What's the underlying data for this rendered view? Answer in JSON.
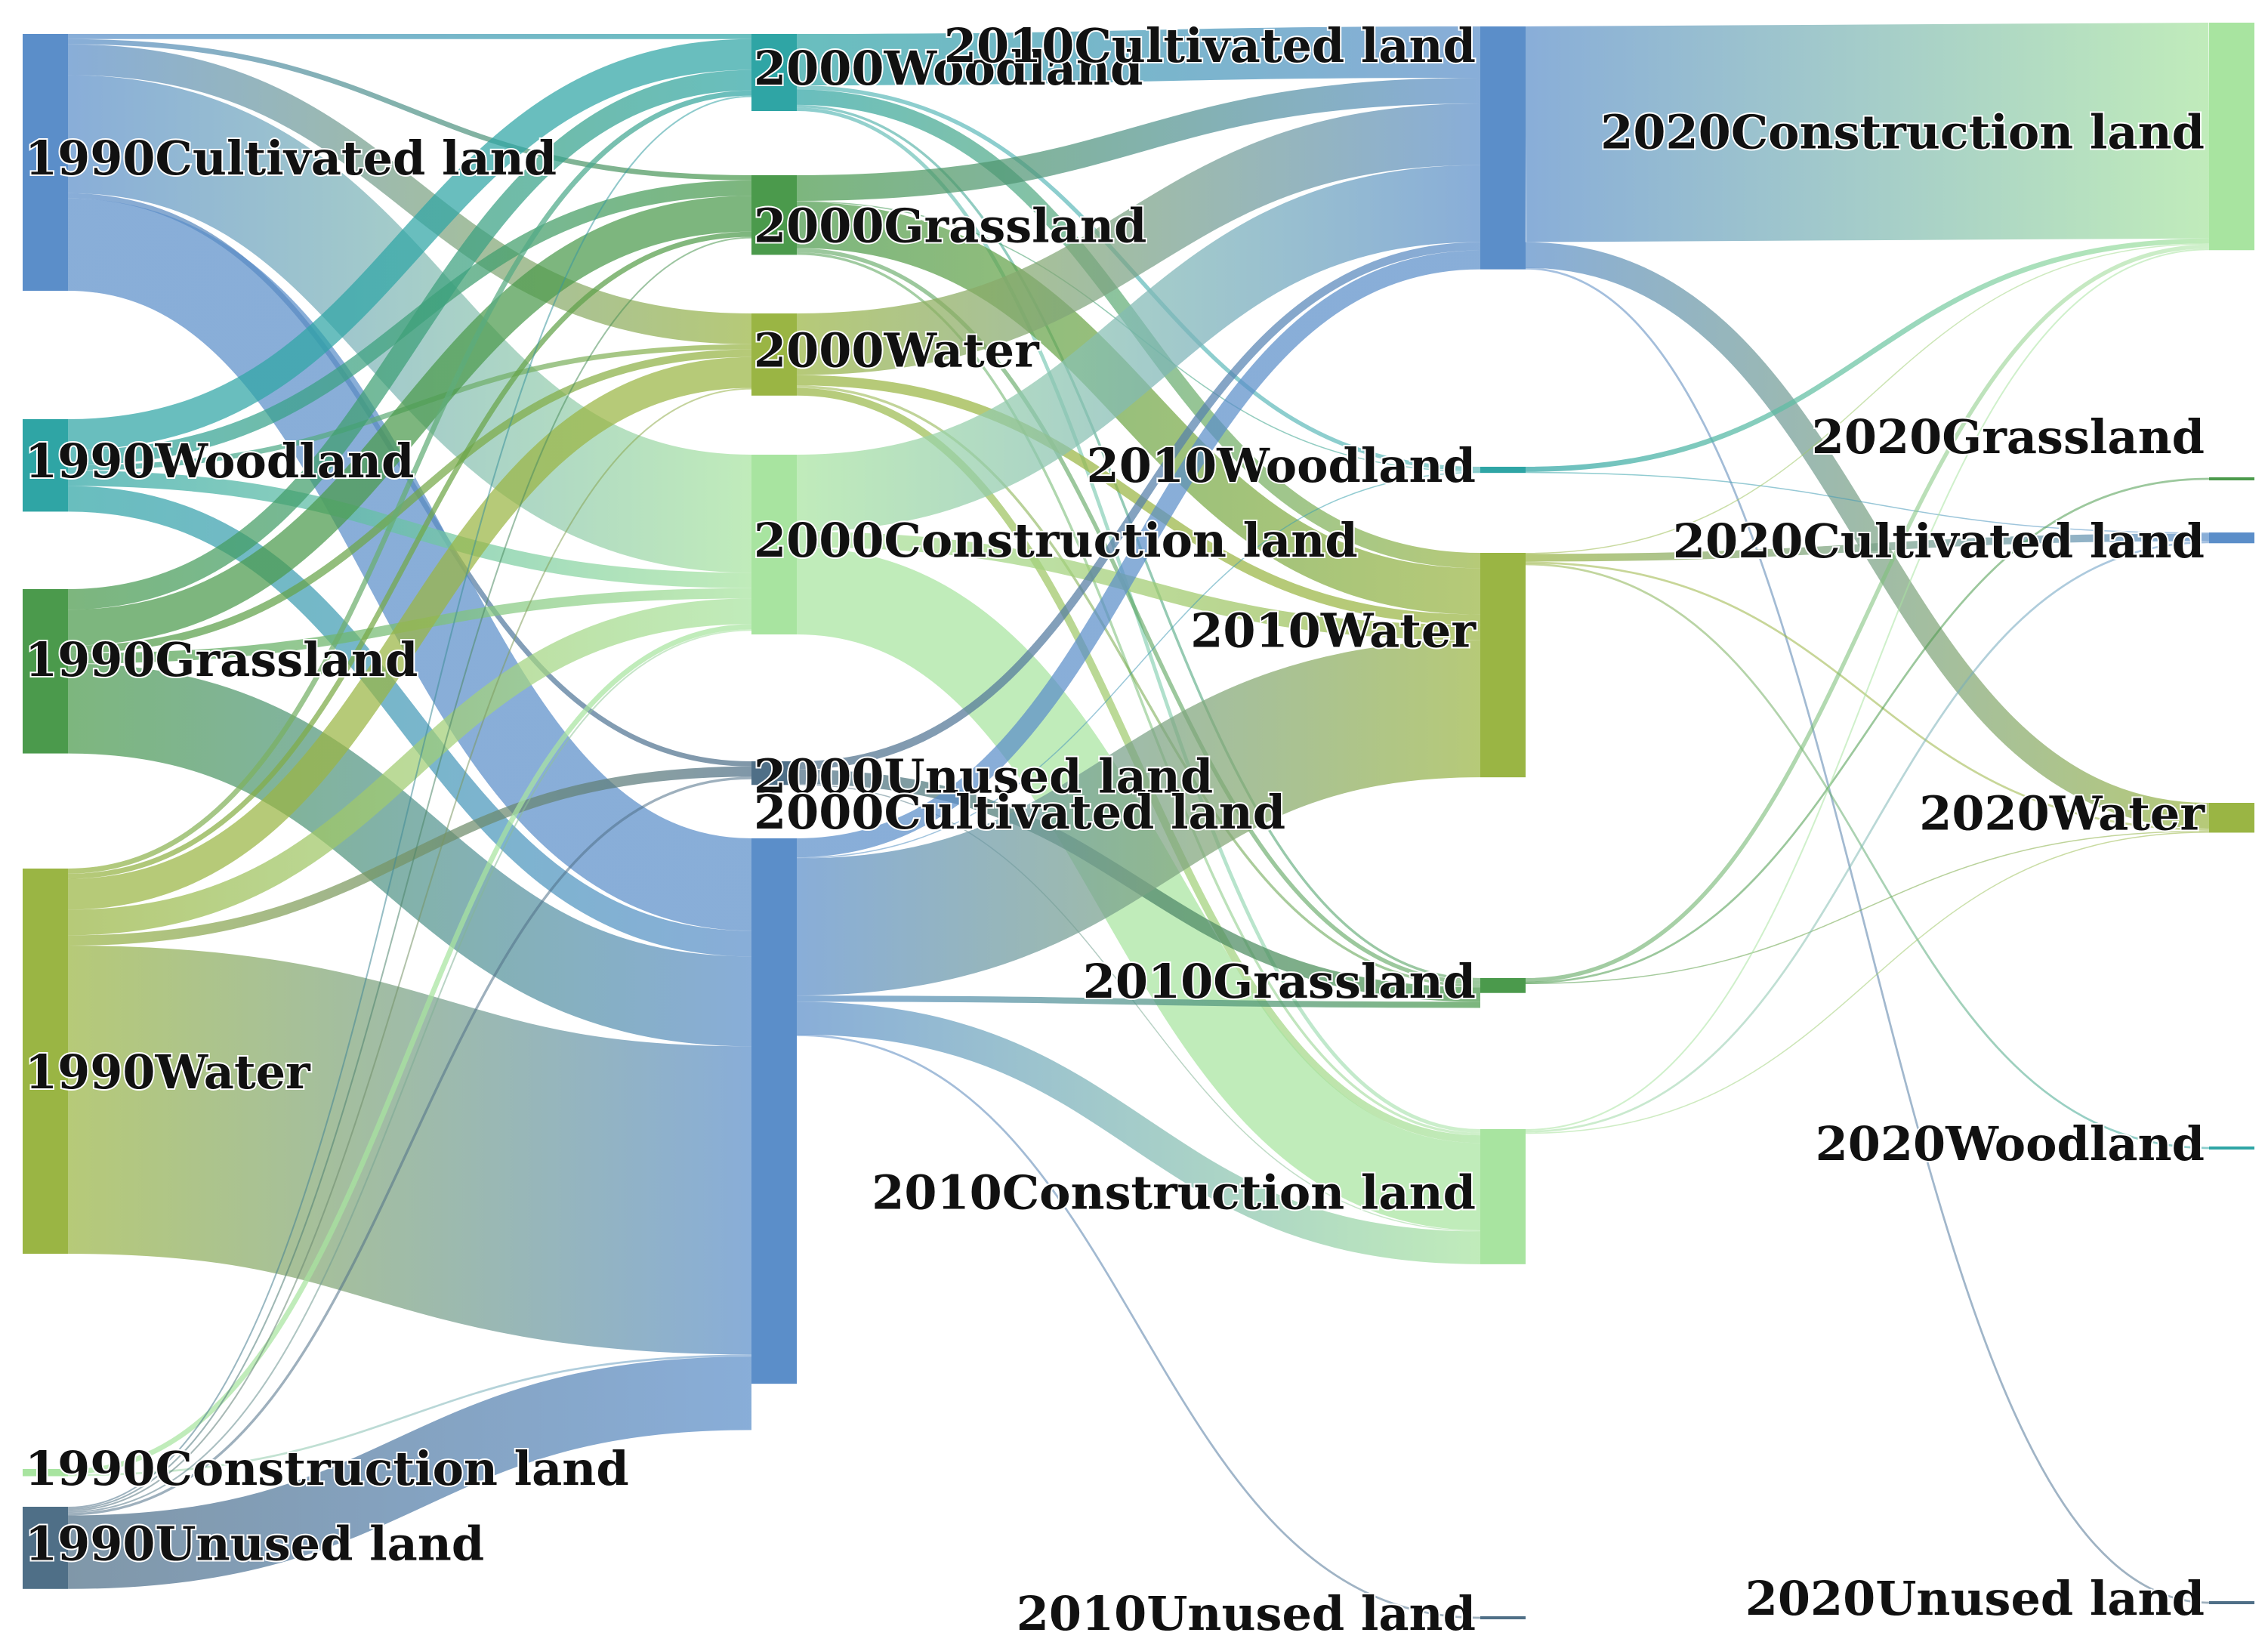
{
  "colors": {
    "cultivated": "#5b8ec9",
    "woodland": "#2fa5a5",
    "grassland": "#4b9a4c",
    "water": "#9ab544",
    "construction": "#a8e4a0",
    "unused": "#4f6f87"
  },
  "chart_data": {
    "type": "sankey",
    "title": "",
    "columns": [
      "1990",
      "2000",
      "2010",
      "2020"
    ],
    "nodes": [
      {
        "id": "c1990_cult",
        "label": "1990Cultivated land",
        "column": 0,
        "category": "cultivated",
        "value": 500
      },
      {
        "id": "c1990_wood",
        "label": "1990Woodland",
        "column": 0,
        "category": "woodland",
        "value": 180
      },
      {
        "id": "c1990_grass",
        "label": "1990Grassland",
        "column": 0,
        "category": "grassland",
        "value": 320
      },
      {
        "id": "c1990_water",
        "label": "1990Water",
        "column": 0,
        "category": "water",
        "value": 750
      },
      {
        "id": "c1990_cons",
        "label": "1990Construction land",
        "column": 0,
        "category": "construction",
        "value": 14
      },
      {
        "id": "c1990_unused",
        "label": "1990Unused land",
        "column": 0,
        "category": "unused",
        "value": 160
      },
      {
        "id": "c2000_wood",
        "label": "2000Woodland",
        "column": 1,
        "category": "woodland",
        "value": 150
      },
      {
        "id": "c2000_grass",
        "label": "2000Grassland",
        "column": 1,
        "category": "grassland",
        "value": 155
      },
      {
        "id": "c2000_water",
        "label": "2000Water",
        "column": 1,
        "category": "water",
        "value": 160
      },
      {
        "id": "c2000_cons",
        "label": "2000Construction land",
        "column": 1,
        "category": "construction",
        "value": 350
      },
      {
        "id": "c2000_unused",
        "label": "2000Unused land",
        "column": 1,
        "category": "unused",
        "value": 46
      },
      {
        "id": "c2000_cult",
        "label": "2000Cultivated land",
        "column": 1,
        "category": "cultivated",
        "value": 1062
      },
      {
        "id": "c2010_cult",
        "label": "2010Cultivated land",
        "column": 2,
        "category": "cultivated",
        "value": 473
      },
      {
        "id": "c2010_wood",
        "label": "2010Woodland",
        "column": 2,
        "category": "woodland",
        "value": 12
      },
      {
        "id": "c2010_water",
        "label": "2010Water",
        "column": 2,
        "category": "water",
        "value": 437
      },
      {
        "id": "c2010_grass",
        "label": "2010Grassland",
        "column": 2,
        "category": "grassland",
        "value": 29
      },
      {
        "id": "c2010_cons",
        "label": "2010Construction land",
        "column": 2,
        "category": "construction",
        "value": 263
      },
      {
        "id": "c2010_unused",
        "label": "2010Unused land",
        "column": 2,
        "category": "unused",
        "value": 0.6
      },
      {
        "id": "c2020_cons",
        "label": "2020Construction land",
        "column": 3,
        "category": "construction",
        "value": 443
      },
      {
        "id": "c2020_grass",
        "label": "2020Grassland",
        "column": 3,
        "category": "grassland",
        "value": 1.5
      },
      {
        "id": "c2020_cult",
        "label": "2020Cultivated land",
        "column": 3,
        "category": "cultivated",
        "value": 21
      },
      {
        "id": "c2020_water",
        "label": "2020Water",
        "column": 3,
        "category": "water",
        "value": 58
      },
      {
        "id": "c2020_wood",
        "label": "2020Woodland",
        "column": 3,
        "category": "woodland",
        "value": 1.5
      },
      {
        "id": "c2020_unused",
        "label": "2020Unused land",
        "column": 3,
        "category": "unused",
        "value": 1.5
      }
    ],
    "links": [
      {
        "source": "c1990_cult",
        "target": "c2000_wood",
        "value": 10
      },
      {
        "source": "c1990_cult",
        "target": "c2000_grass",
        "value": 10
      },
      {
        "source": "c1990_cult",
        "target": "c2000_water",
        "value": 60
      },
      {
        "source": "c1990_cult",
        "target": "c2000_cons",
        "value": 230
      },
      {
        "source": "c1990_cult",
        "target": "c2000_unused",
        "value": 10
      },
      {
        "source": "c1990_cult",
        "target": "c2000_cult",
        "value": 180
      },
      {
        "source": "c1990_wood",
        "target": "c2000_wood",
        "value": 60
      },
      {
        "source": "c1990_wood",
        "target": "c2000_grass",
        "value": 30
      },
      {
        "source": "c1990_wood",
        "target": "c2000_water",
        "value": 10
      },
      {
        "source": "c1990_wood",
        "target": "c2000_cons",
        "value": 30
      },
      {
        "source": "c1990_wood",
        "target": "c2000_cult",
        "value": 50
      },
      {
        "source": "c1990_grass",
        "target": "c2000_wood",
        "value": 40
      },
      {
        "source": "c1990_grass",
        "target": "c2000_grass",
        "value": 70
      },
      {
        "source": "c1990_grass",
        "target": "c2000_water",
        "value": 15
      },
      {
        "source": "c1990_grass",
        "target": "c2000_cons",
        "value": 20
      },
      {
        "source": "c1990_grass",
        "target": "c2000_cult",
        "value": 175
      },
      {
        "source": "c1990_water",
        "target": "c2000_wood",
        "value": 10
      },
      {
        "source": "c1990_water",
        "target": "c2000_grass",
        "value": 10
      },
      {
        "source": "c1990_water",
        "target": "c2000_water",
        "value": 60
      },
      {
        "source": "c1990_water",
        "target": "c2000_cons",
        "value": 50
      },
      {
        "source": "c1990_water",
        "target": "c2000_unused",
        "value": 20
      },
      {
        "source": "c1990_water",
        "target": "c2000_cult",
        "value": 600
      },
      {
        "source": "c1990_cons",
        "target": "c2000_cons",
        "value": 10
      },
      {
        "source": "c1990_cons",
        "target": "c2000_cult",
        "value": 4
      },
      {
        "source": "c1990_unused",
        "target": "c2000_wood",
        "value": 3
      },
      {
        "source": "c1990_unused",
        "target": "c2000_grass",
        "value": 3
      },
      {
        "source": "c1990_unused",
        "target": "c2000_water",
        "value": 3
      },
      {
        "source": "c1990_unused",
        "target": "c2000_cons",
        "value": 3
      },
      {
        "source": "c1990_unused",
        "target": "c2000_unused",
        "value": 5
      },
      {
        "source": "c1990_unused",
        "target": "c2000_cult",
        "value": 143
      },
      {
        "source": "c2000_wood",
        "target": "c2010_cult",
        "value": 100
      },
      {
        "source": "c2000_wood",
        "target": "c2010_wood",
        "value": 8
      },
      {
        "source": "c2000_wood",
        "target": "c2010_water",
        "value": 30
      },
      {
        "source": "c2000_wood",
        "target": "c2010_grass",
        "value": 5
      },
      {
        "source": "c2000_wood",
        "target": "c2010_cons",
        "value": 7
      },
      {
        "source": "c2000_grass",
        "target": "c2010_cult",
        "value": 50
      },
      {
        "source": "c2000_grass",
        "target": "c2010_wood",
        "value": 2
      },
      {
        "source": "c2000_grass",
        "target": "c2010_water",
        "value": 90
      },
      {
        "source": "c2000_grass",
        "target": "c2010_grass",
        "value": 8
      },
      {
        "source": "c2000_grass",
        "target": "c2010_cons",
        "value": 5
      },
      {
        "source": "c2000_water",
        "target": "c2010_cult",
        "value": 120
      },
      {
        "source": "c2000_water",
        "target": "c2010_water",
        "value": 20
      },
      {
        "source": "c2000_water",
        "target": "c2010_grass",
        "value": 5
      },
      {
        "source": "c2000_water",
        "target": "c2010_cons",
        "value": 15
      },
      {
        "source": "c2000_cons",
        "target": "c2010_cult",
        "value": 150
      },
      {
        "source": "c2000_cons",
        "target": "c2010_water",
        "value": 30
      },
      {
        "source": "c2000_cons",
        "target": "c2010_cons",
        "value": 170
      },
      {
        "source": "c2000_unused",
        "target": "c2010_cult",
        "value": 16
      },
      {
        "source": "c2000_unused",
        "target": "c2010_grass",
        "value": 28
      },
      {
        "source": "c2000_unused",
        "target": "c2010_cons",
        "value": 2
      },
      {
        "source": "c2000_cult",
        "target": "c2010_cult",
        "value": 37
      },
      {
        "source": "c2000_cult",
        "target": "c2010_wood",
        "value": 2
      },
      {
        "source": "c2000_cult",
        "target": "c2010_water",
        "value": 267
      },
      {
        "source": "c2000_cult",
        "target": "c2010_grass",
        "value": 12
      },
      {
        "source": "c2000_cult",
        "target": "c2010_cons",
        "value": 64
      },
      {
        "source": "c2000_cult",
        "target": "c2010_unused",
        "value": 0.6
      },
      {
        "source": "c2010_cult",
        "target": "c2020_cons",
        "value": 420
      },
      {
        "source": "c2010_cult",
        "target": "c2020_water",
        "value": 50
      },
      {
        "source": "c2010_cult",
        "target": "c2020_woodland_dummy",
        "value": 0
      },
      {
        "source": "c2010_cult",
        "target": "c2020_unused",
        "value": 1.5
      },
      {
        "source": "c2010_wood",
        "target": "c2020_cons",
        "value": 10
      },
      {
        "source": "c2010_wood",
        "target": "c2020_cult",
        "value": 2
      },
      {
        "source": "c2010_water",
        "target": "c2020_cons",
        "value": 2
      },
      {
        "source": "c2010_water",
        "target": "c2020_cult",
        "value": 15
      },
      {
        "source": "c2010_water",
        "target": "c2020_water",
        "value": 4
      },
      {
        "source": "c2010_water",
        "target": "c2020_wood",
        "value": 1.5
      },
      {
        "source": "c2010_grass",
        "target": "c2020_cons",
        "value": 8
      },
      {
        "source": "c2010_grass",
        "target": "c2020_grass",
        "value": 1.5
      },
      {
        "source": "c2010_grass",
        "target": "c2020_water",
        "value": 2
      },
      {
        "source": "c2010_cons",
        "target": "c2020_cons",
        "value": 3
      },
      {
        "source": "c2010_cons",
        "target": "c2020_cult",
        "value": 4
      },
      {
        "source": "c2010_cons",
        "target": "c2020_water",
        "value": 2
      }
    ]
  }
}
